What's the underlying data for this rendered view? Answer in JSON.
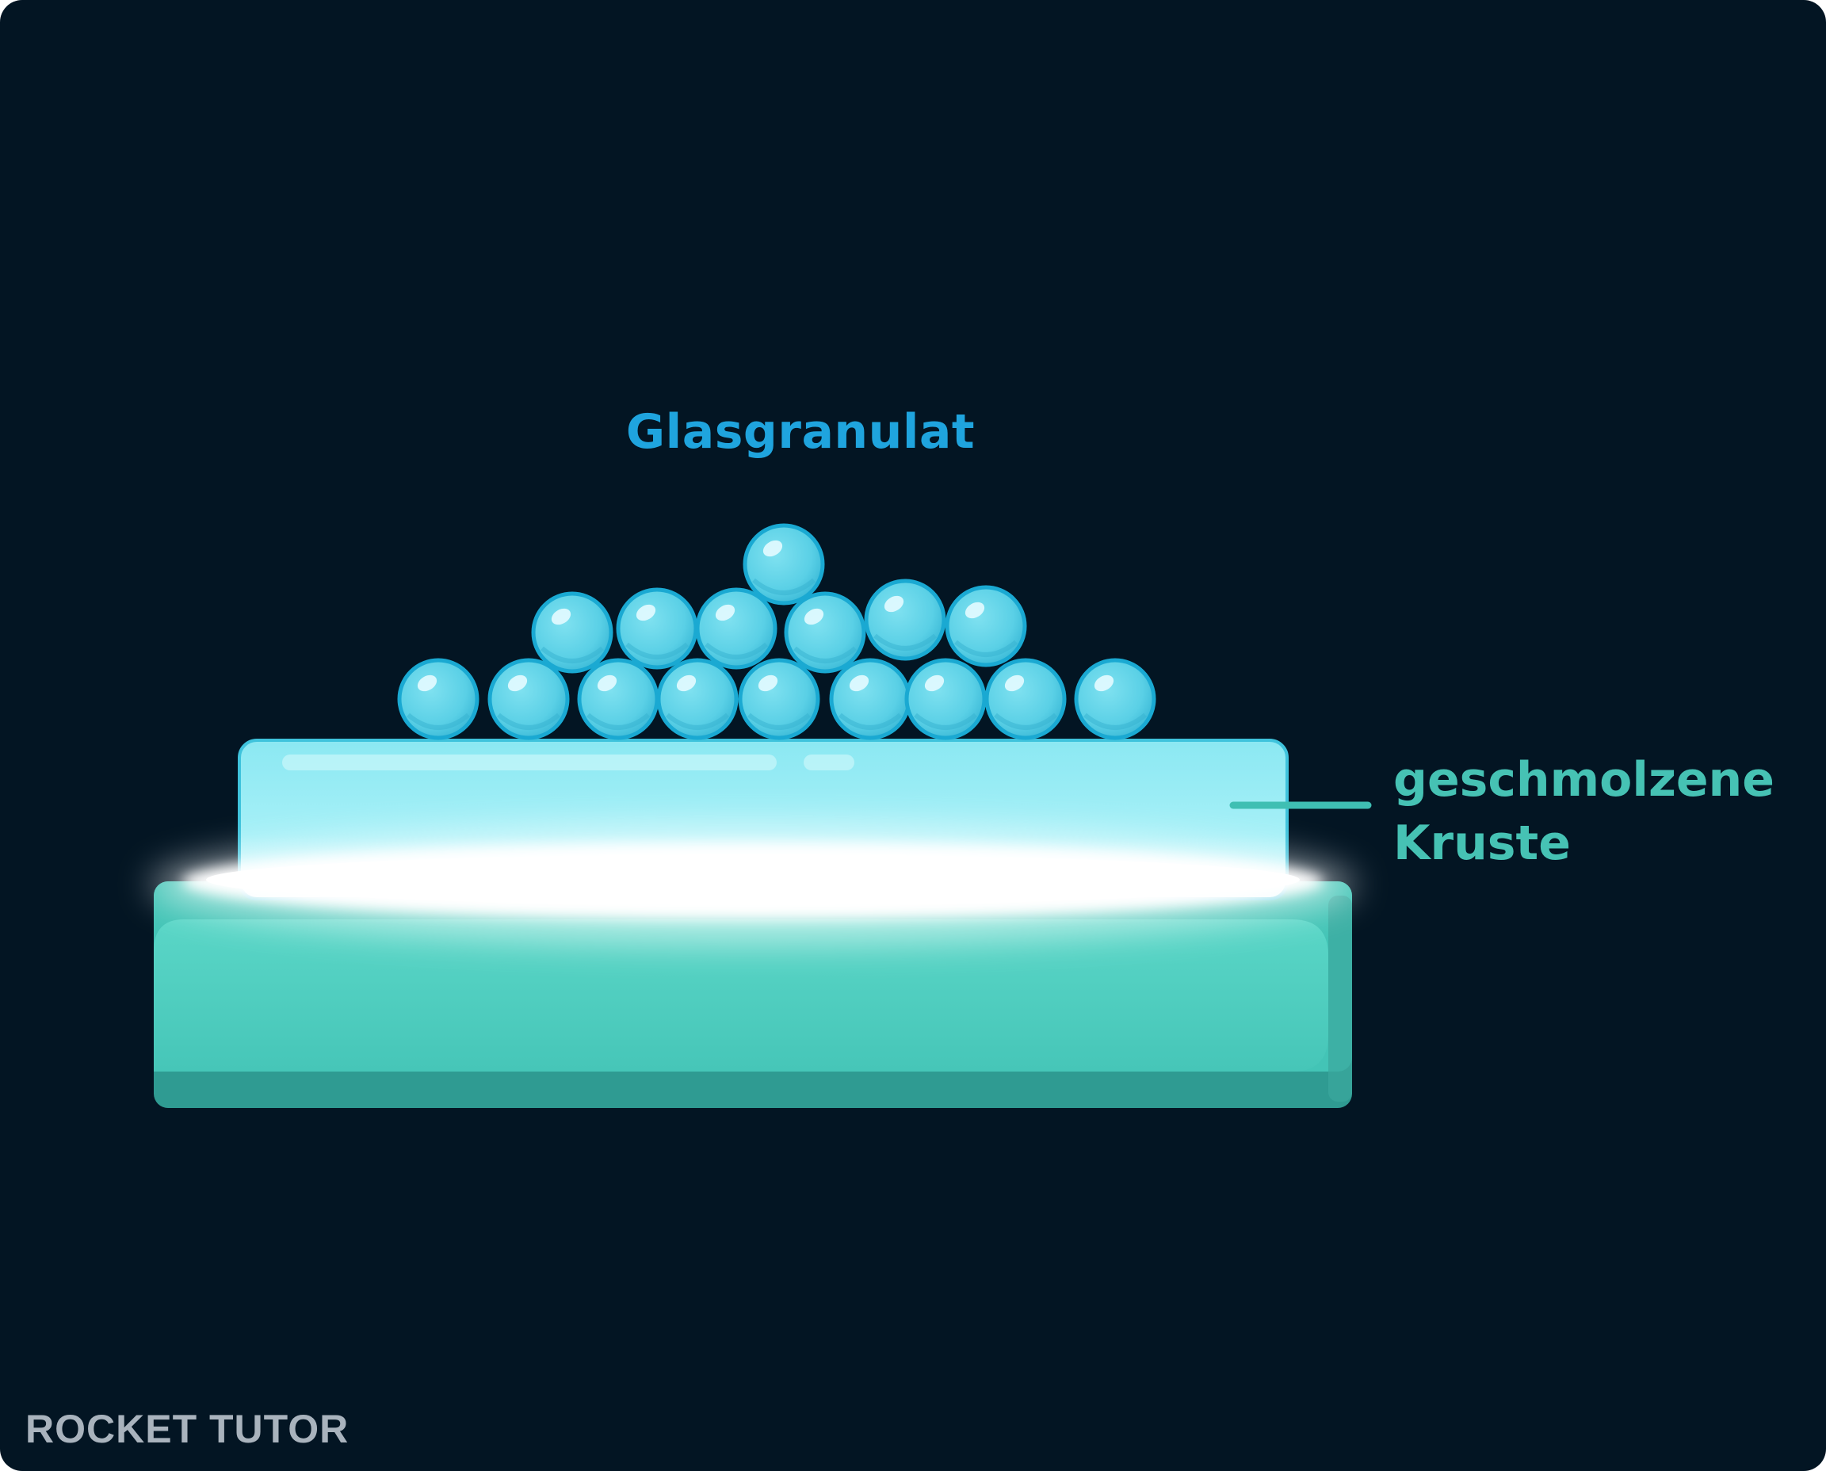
{
  "diagram": {
    "granules_label": "Glasgranulat",
    "crust_label_line1": "geschmolzene",
    "crust_label_line2": "Kruste",
    "granule_count": 16
  },
  "branding": {
    "logo_text": "ROCKET TUTOR"
  },
  "colors": {
    "background": "#031523",
    "granules_label": "#1fa4de",
    "crust_label": "#46c2b4",
    "granule_fill": "#5fd3e8",
    "granule_stroke": "#1aa9d2",
    "crust_layer": "#7ee3ef",
    "glow": "#ffffff",
    "base_block": "#4ccabd",
    "base_block_shadow": "#2f9b92"
  }
}
